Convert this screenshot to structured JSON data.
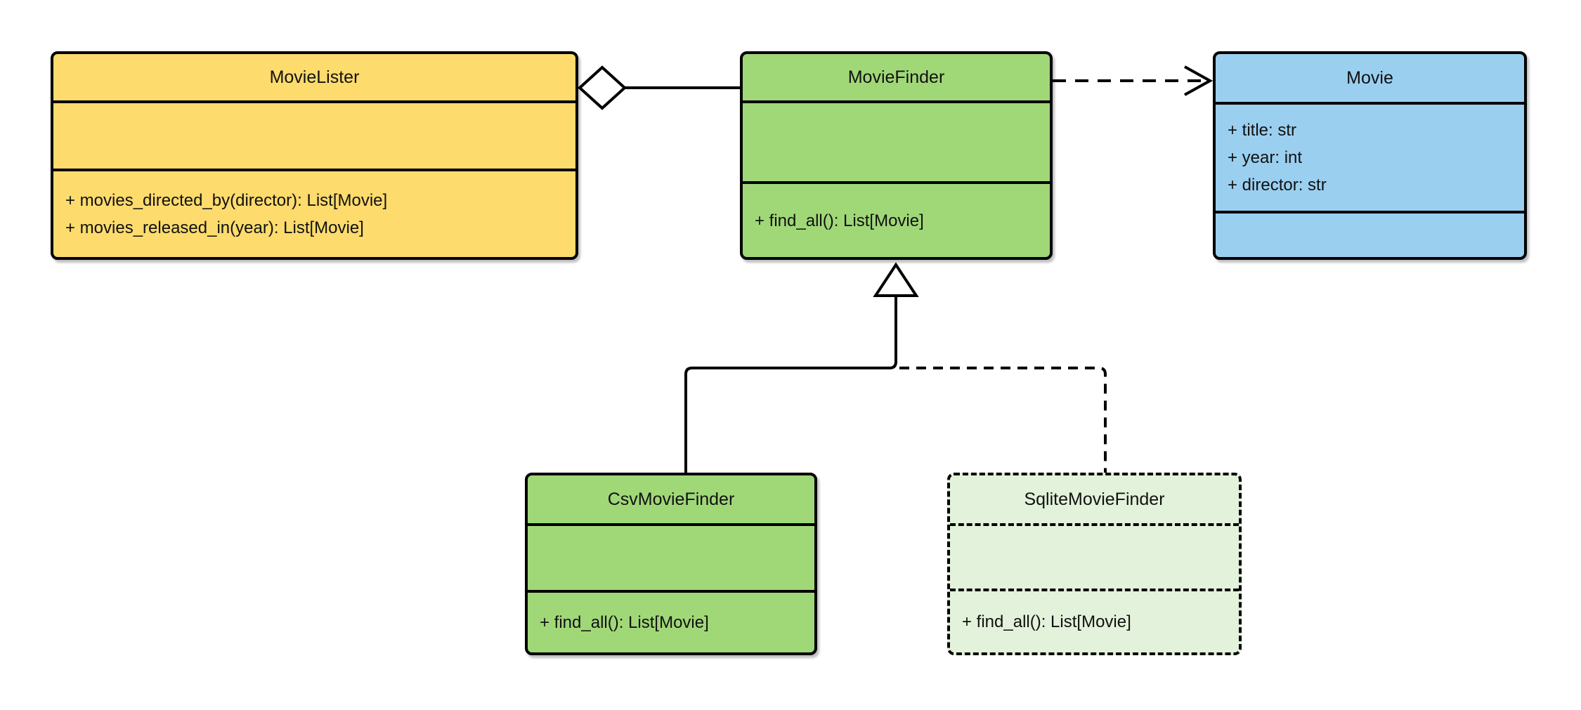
{
  "diagram_type": "uml-class-diagram",
  "classes": [
    {
      "name": "MovieLister",
      "attributes": [],
      "methods": [
        "+ movies_directed_by(director): List[Movie]",
        "+ movies_released_in(year): List[Movie]"
      ]
    },
    {
      "name": "MovieFinder",
      "attributes": [],
      "methods": [
        "+ find_all(): List[Movie]"
      ]
    },
    {
      "name": "Movie",
      "attributes": [
        "+ title: str",
        "+ year: int",
        "+ director: str"
      ],
      "methods": []
    },
    {
      "name": "CsvMovieFinder",
      "attributes": [],
      "methods": [
        "+ find_all(): List[Movie]"
      ]
    },
    {
      "name": "SqliteMovieFinder",
      "attributes": [],
      "methods": [
        "+ find_all(): List[Movie]"
      ]
    }
  ],
  "relationships": [
    {
      "type": "aggregation",
      "from": "MovieLister",
      "to": "MovieFinder",
      "line": "solid",
      "marker": "hollow-diamond",
      "label": ""
    },
    {
      "type": "dependency",
      "from": "MovieFinder",
      "to": "Movie",
      "line": "dashed",
      "marker": "open-arrow",
      "label": ""
    },
    {
      "type": "inheritance",
      "from": "CsvMovieFinder",
      "to": "MovieFinder",
      "line": "solid",
      "marker": "hollow-triangle",
      "label": ""
    },
    {
      "type": "inheritance",
      "from": "SqliteMovieFinder",
      "to": "MovieFinder",
      "line": "dashed",
      "marker": "hollow-triangle",
      "label": ""
    }
  ],
  "colors": {
    "canvas": "#ffffff",
    "stroke": "#000000",
    "movielister-fill": "#fddb6d",
    "moviefinder-fill": "#a0d878",
    "movie-fill": "#9acff0",
    "csvmoviefinder-fill": "#a0d878",
    "sqlitemoviefinder-fill": "#e3f2da"
  }
}
